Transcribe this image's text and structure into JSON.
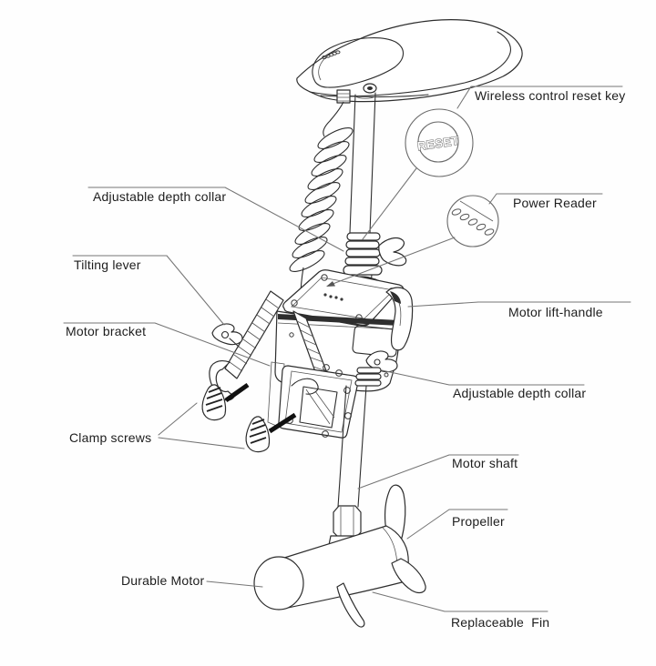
{
  "diagram": {
    "subject": "Electric trolling motor parts diagram",
    "colors": {
      "background": "#fefefe",
      "outline": "#2d2d2d",
      "leader_line": "#757575",
      "label_text": "#1d1d1d"
    },
    "callouts": {
      "reset_button": "RESET"
    },
    "labels": {
      "wireless_control_reset_key": "Wireless control reset key",
      "power_reader": "Power Reader",
      "adjustable_depth_collar_upper": "Adjustable depth collar",
      "tilting_lever": "Tilting lever",
      "motor_bracket": "Motor bracket",
      "clamp_screws": "Clamp screws",
      "motor_lift_handle": "Motor lift-handle",
      "adjustable_depth_collar_lower": "Adjustable depth collar",
      "motor_shaft": "Motor shaft",
      "propeller": "Propeller",
      "durable_motor": "Durable Motor",
      "replaceable_fin": "Replaceable  Fin"
    }
  }
}
